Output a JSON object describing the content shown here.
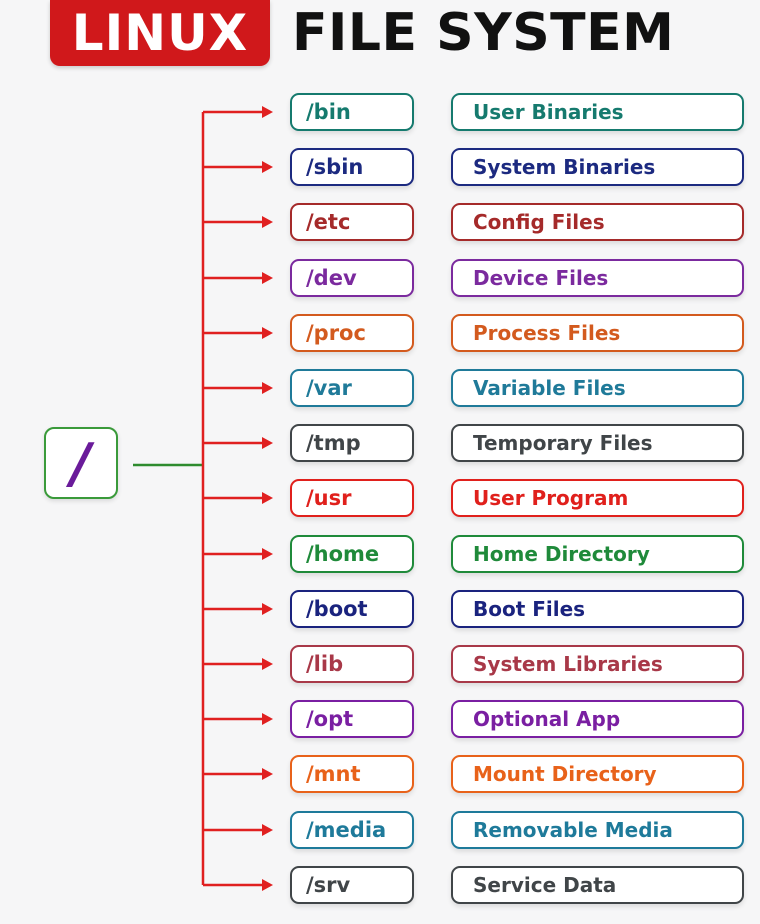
{
  "title": {
    "badge_text": "LINUX",
    "rest_text": "FILE SYSTEM",
    "badge_color": "#d0181b"
  },
  "root": {
    "label": "/",
    "border_color": "#3a9a3a",
    "text_color": "#6a1b9a"
  },
  "connector_colors": {
    "trunk": "#2e8b2e",
    "branch": "#e02020"
  },
  "entries": [
    {
      "dir": "/bin",
      "description": "User Binaries",
      "color": "#157a6e"
    },
    {
      "dir": "/sbin",
      "description": "System Binaries",
      "color": "#1c2a80"
    },
    {
      "dir": "/etc",
      "description": "Config Files",
      "color": "#a52a2a"
    },
    {
      "dir": "/dev",
      "description": "Device Files",
      "color": "#7b2a9e"
    },
    {
      "dir": "/proc",
      "description": "Process Files",
      "color": "#d35a1e"
    },
    {
      "dir": "/var",
      "description": "Variable Files",
      "color": "#1f7a99"
    },
    {
      "dir": "/tmp",
      "description": "Temporary Files",
      "color": "#404548"
    },
    {
      "dir": "/usr",
      "description": "User Program",
      "color": "#e0201c"
    },
    {
      "dir": "/home",
      "description": "Home Directory",
      "color": "#1f8a3a"
    },
    {
      "dir": "/boot",
      "description": "Boot Files",
      "color": "#1a237e"
    },
    {
      "dir": "/lib",
      "description": "System Libraries",
      "color": "#a83848"
    },
    {
      "dir": "/opt",
      "description": "Optional App",
      "color": "#7a1fa2"
    },
    {
      "dir": "/mnt",
      "description": "Mount Directory",
      "color": "#e8621a"
    },
    {
      "dir": "/media",
      "description": "Removable Media",
      "color": "#1e7a9a"
    },
    {
      "dir": "/srv",
      "description": "Service Data",
      "color": "#404548"
    }
  ]
}
